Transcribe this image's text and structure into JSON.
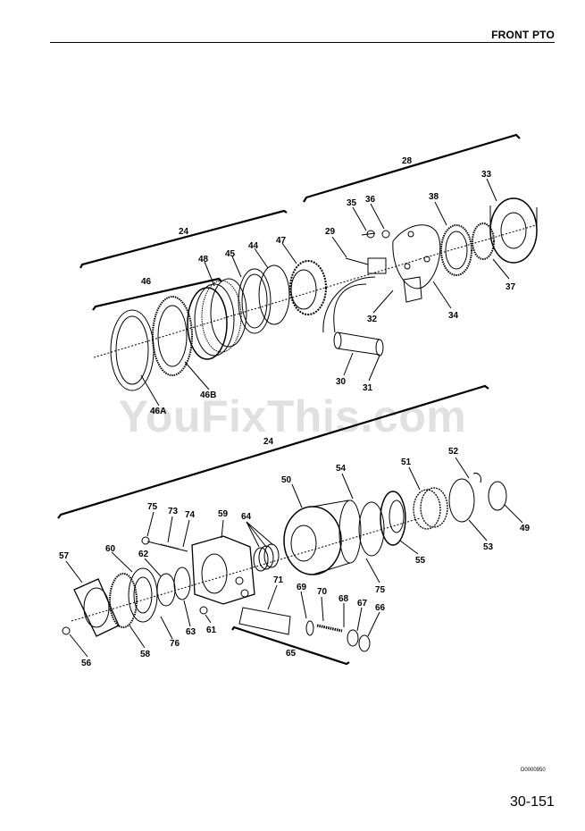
{
  "header": {
    "title": "FRONT PTO"
  },
  "watermark": "YouFixThis.com",
  "footer": {
    "doc_number": "D0000950",
    "page_number": "30-151"
  },
  "callouts": {
    "c24a": "24",
    "c28": "28",
    "c46": "46",
    "c46A": "46A",
    "c46B": "46B",
    "c48": "48",
    "c45": "45",
    "c44": "44",
    "c47": "47",
    "c29": "29",
    "c35": "35",
    "c36": "36",
    "c38": "38",
    "c33": "33",
    "c37": "37",
    "c34": "34",
    "c32": "32",
    "c30": "30",
    "c31": "31",
    "c24b": "24",
    "c50": "50",
    "c54": "54",
    "c51": "51",
    "c52": "52",
    "c49": "49",
    "c53": "53",
    "c55": "55",
    "c75a": "75",
    "c75b": "75",
    "c73": "73",
    "c74": "74",
    "c59": "59",
    "c64": "64",
    "c57": "57",
    "c60": "60",
    "c62": "62",
    "c71": "71",
    "c69": "69",
    "c70": "70",
    "c68": "68",
    "c67": "67",
    "c66": "66",
    "c56": "56",
    "c58": "58",
    "c76": "76",
    "c63": "63",
    "c61": "61",
    "c65": "65"
  }
}
